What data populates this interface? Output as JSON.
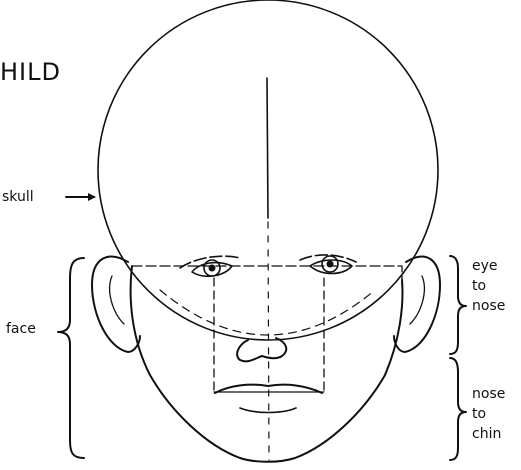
{
  "title_fragment": "HILD",
  "labels": {
    "skull": "skull",
    "face": "face",
    "eye_to_nose": [
      "eye",
      "to",
      "nose"
    ],
    "nose_to_chin": [
      "nose",
      "to",
      "chin"
    ]
  },
  "colors": {
    "ink": "#111111",
    "paper": "#ffffff"
  }
}
